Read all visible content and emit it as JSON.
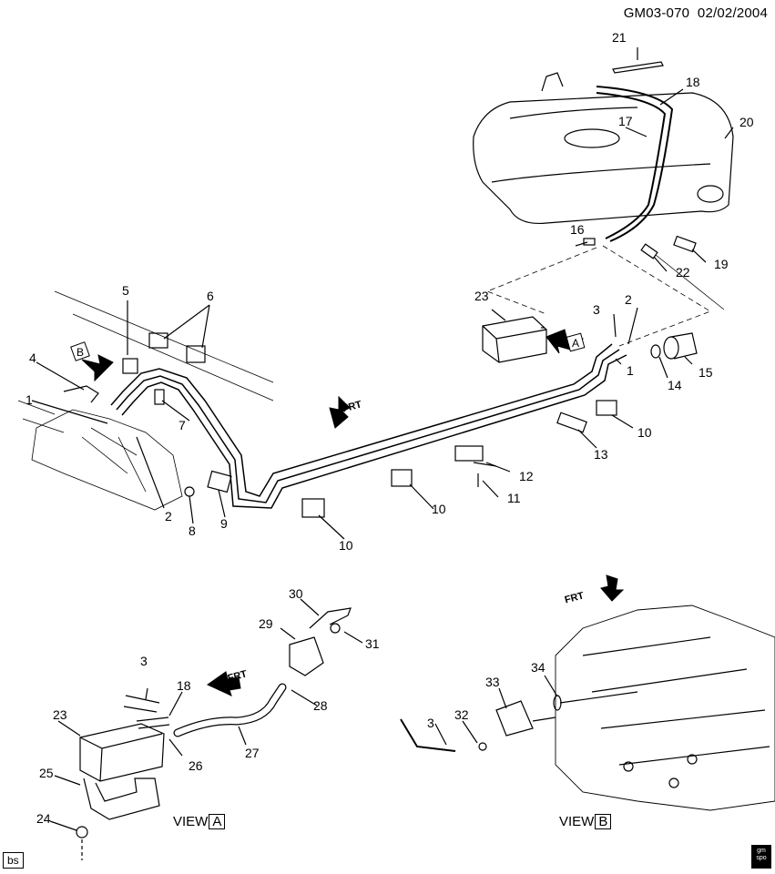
{
  "header": {
    "code": "GM03-070",
    "date": "02/02/2004"
  },
  "callouts": [
    "1",
    "2",
    "3",
    "4",
    "5",
    "6",
    "7",
    "8",
    "9",
    "10",
    "11",
    "12",
    "13",
    "14",
    "15",
    "16",
    "17",
    "18",
    "19",
    "20",
    "21",
    "22",
    "23",
    "24",
    "25",
    "26",
    "27",
    "28",
    "29",
    "30",
    "31",
    "32",
    "33",
    "34"
  ],
  "view_labels": {
    "view_text": "VIEW",
    "a": "A",
    "b": "B"
  },
  "direction_marks": {
    "front": "FRT",
    "a": "A",
    "b": "B"
  },
  "badge": "bs",
  "logo_text": "gm spo"
}
